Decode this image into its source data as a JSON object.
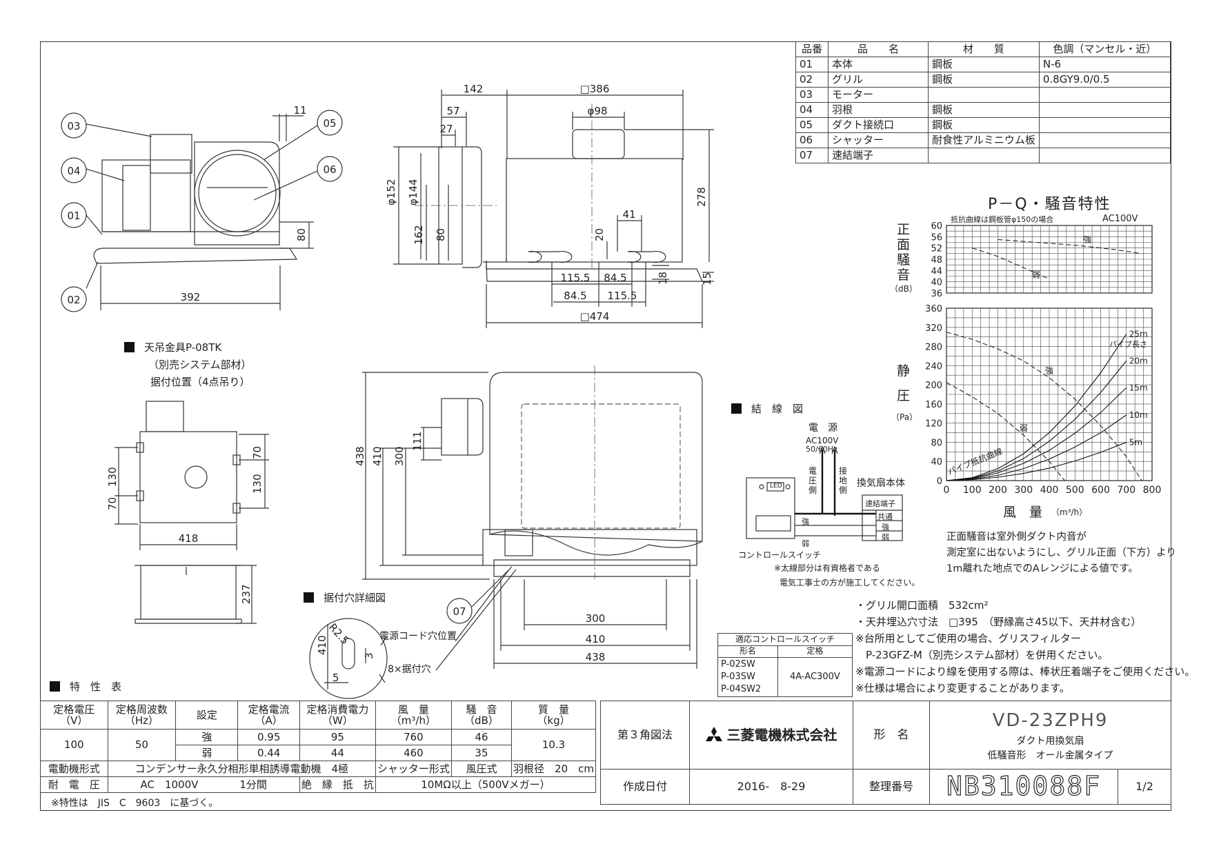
{
  "parts_table": {
    "headers": [
      "品番",
      "品　　名",
      "材　　質",
      "色調（マンセル・近）"
    ],
    "rows": [
      [
        "01",
        "本体",
        "鋼板",
        "N-6"
      ],
      [
        "02",
        "グリル",
        "鋼板",
        "0.8GY9.0/0.5"
      ],
      [
        "03",
        "モーター",
        "",
        ""
      ],
      [
        "04",
        "羽根",
        "鋼板",
        ""
      ],
      [
        "05",
        "ダクト接続口",
        "鋼板",
        ""
      ],
      [
        "06",
        "シャッター",
        "耐食性アルミニウム板",
        ""
      ],
      [
        "07",
        "速結端子",
        "",
        ""
      ]
    ]
  },
  "drawing": {
    "callouts": [
      "03",
      "04",
      "01",
      "02",
      "05",
      "06",
      "07"
    ],
    "dims_left": {
      "w392": "392",
      "d11": "11",
      "d80": "80"
    },
    "dims_center": {
      "d142": "142",
      "d386": "□386",
      "d57": "57",
      "d27": "27",
      "d98": "φ98",
      "d152": "φ152",
      "d144": "φ144",
      "d162": "162",
      "d80": "80",
      "d278": "278",
      "d41": "41",
      "d20": "20",
      "d18": "18",
      "d15": "15",
      "d115a": "115.5",
      "d84a": "84.5",
      "d84b": "84.5",
      "d115b": "115.5",
      "d474": "□474"
    },
    "dims_bottom": {
      "d438v": "438",
      "d410v": "410",
      "d300v": "300",
      "d111": "111",
      "d300": "300",
      "d410": "410",
      "d438": "438"
    },
    "dims_hanger": {
      "d130l": "130",
      "d70l": "70",
      "d70r": "70",
      "d130r": "130",
      "d418": "418",
      "d237": "237"
    },
    "dims_hole": {
      "d410": "410",
      "r25": "R2.5",
      "d3": "3",
      "d5": "5"
    }
  },
  "hanger": {
    "title": "天吊金具P-08TK",
    "sub1": "（別売システム部材）",
    "sub2": "据付位置（4点吊り）"
  },
  "hole_detail": {
    "title": "据付穴詳細図",
    "cord": "電源コード穴位置",
    "holes": "8×据付穴"
  },
  "wiring": {
    "title": "結　線　図",
    "power": "電　源",
    "ac": "AC100V",
    "hz": "50/60Hz",
    "v1": "電",
    "v2": "圧",
    "v3": "側",
    "g1": "接",
    "g2": "地",
    "g3": "側",
    "unit": "換気扇本体",
    "terminal": "速結端子",
    "t_common": "共通",
    "t_strong": "強",
    "t_weak": "弱",
    "s_strong": "強",
    "s_weak": "弱",
    "led": "LED",
    "switch": "コントロールスイッチ",
    "note1": "※太線部分は有資格者である",
    "note2": "電気工事士の方が施工してください。"
  },
  "chart_data": {
    "type": "line",
    "title": "P－Q・騒音特性",
    "note": "抵抗曲線は鋼板管φ150の場合",
    "voltage": "AC100V",
    "noise_axis": {
      "label": [
        "正",
        "面",
        "騒",
        "音"
      ],
      "unit": "（dB）",
      "ylim": [
        36,
        60
      ],
      "ticks": [
        60,
        56,
        52,
        48,
        44,
        40,
        36
      ]
    },
    "pressure_axis": {
      "label": [
        "静",
        "圧"
      ],
      "unit": "（Pa）",
      "ylim": [
        0,
        360
      ],
      "ticks": [
        360,
        320,
        280,
        240,
        200,
        160,
        120,
        80,
        40,
        0
      ]
    },
    "x_axis": {
      "label": "風　量",
      "unit": "（m³/h）",
      "xlim": [
        0,
        800
      ],
      "ticks": [
        0,
        100,
        200,
        300,
        400,
        500,
        600,
        700,
        800
      ]
    },
    "noise_series": [
      {
        "name": "強",
        "x": [
          200,
          350,
          500,
          650,
          760
        ],
        "y": [
          55,
          54,
          53,
          51.5,
          50
        ]
      },
      {
        "name": "弱",
        "x": [
          100,
          200,
          300,
          400
        ],
        "y": [
          52,
          49,
          45,
          41
        ]
      }
    ],
    "pq_series": [
      {
        "name": "強",
        "x": [
          0,
          100,
          200,
          300,
          400,
          500,
          600,
          700,
          760
        ],
        "y": [
          310,
          295,
          275,
          250,
          215,
          170,
          115,
          50,
          0
        ]
      },
      {
        "name": "弱",
        "x": [
          0,
          100,
          200,
          300,
          400,
          460
        ],
        "y": [
          205,
          175,
          140,
          95,
          40,
          0
        ]
      }
    ],
    "resistance_curves": {
      "title": "パイプ長さ",
      "base_label": "パイプ抵抗曲線",
      "curves": [
        {
          "name": "25m",
          "x": [
            0,
            100,
            200,
            300,
            400,
            500,
            600,
            700
          ],
          "y": [
            0,
            6,
            25,
            56,
            100,
            156,
            225,
            306
          ]
        },
        {
          "name": "20m",
          "x": [
            0,
            100,
            200,
            300,
            400,
            500,
            600,
            700
          ],
          "y": [
            0,
            5,
            20,
            46,
            82,
            128,
            184,
            250
          ]
        },
        {
          "name": "15m",
          "x": [
            0,
            100,
            200,
            300,
            400,
            500,
            600,
            700
          ],
          "y": [
            0,
            4,
            16,
            36,
            63,
            99,
            142,
            194
          ]
        },
        {
          "name": "10m",
          "x": [
            0,
            100,
            200,
            300,
            400,
            500,
            600,
            700
          ],
          "y": [
            0,
            3,
            11,
            25,
            45,
            70,
            100,
            137
          ]
        },
        {
          "name": "5m",
          "x": [
            0,
            100,
            200,
            300,
            400,
            500,
            600,
            700
          ],
          "y": [
            0,
            2,
            7,
            15,
            26,
            41,
            59,
            80
          ]
        }
      ]
    },
    "grid": true
  },
  "chart_notes": [
    "正面騒音は室外側ダクト内音が",
    "測定室に出ないようにし、グリル正面（下方）より",
    "1m離れた地点でのAレンジによる値です。"
  ],
  "notes": [
    "・グリル開口面積　532cm²",
    "・天井埋込穴寸法　□395　（野縁高さ45以下、天井材含む）",
    "※台所用としてご使用の場合、グリスフィルター",
    "　P-23GFZ-M（別売システム部材）を併用ください。",
    "※電源コードにより線を使用する際は、棒状圧着端子をご使用ください。",
    "※仕様は場合により変更することがあります。"
  ],
  "switch_table": {
    "title": "適応コントロールスイッチ",
    "col1": "形名",
    "col2": "定格",
    "models": [
      "P-02SW",
      "P-03SW",
      "P-04SW2"
    ],
    "rating": "4A-AC300V"
  },
  "spec": {
    "title": "特　性　表",
    "headers": [
      [
        "定格電圧",
        "（V）"
      ],
      [
        "定格周波数",
        "（Hz）"
      ],
      [
        "設定"
      ],
      [
        "定格電流",
        "（A）"
      ],
      [
        "定格消費電力",
        "（W）"
      ],
      [
        "風　量",
        "（m³/h）"
      ],
      [
        "騒　音",
        "（dB）"
      ],
      [
        "質　量",
        "（kg）"
      ]
    ],
    "voltage": "100",
    "frequency": "50",
    "mass": "10.3",
    "rows": [
      {
        "setting": "強",
        "current": "0.95",
        "power": "95",
        "airflow": "760",
        "noise": "46"
      },
      {
        "setting": "弱",
        "current": "0.44",
        "power": "44",
        "airflow": "460",
        "noise": "35"
      }
    ],
    "motor_label": "電動機形式",
    "motor_value": "コンデンサー永久分相形単相誘導電動機　4極",
    "shutter_label": "シャッター形式",
    "shutter_value": "風圧式",
    "blade_label": "羽根径",
    "blade_value": "20　cm",
    "withstand_label": "耐　電　圧",
    "withstand_value": "AC　1000V　　　　1分間",
    "insulation_label": "絶　縁　抵　抗",
    "insulation_value": "10MΩ以上（500Vメガー）",
    "footnote": "※特性は　JIS　C　9603　に基づく。"
  },
  "title_block": {
    "projection": "第３角図法",
    "company": "三菱電機株式会社",
    "model_label": "形　名",
    "model": "VD-23ZPH9",
    "desc1": "ダクト用換気扇",
    "desc2": "低騒音形　オール金属タイプ",
    "date_label": "作成日付",
    "date": "2016-　8-29",
    "number_label": "整理番号",
    "number": "NB310088F",
    "page": "1/2"
  }
}
